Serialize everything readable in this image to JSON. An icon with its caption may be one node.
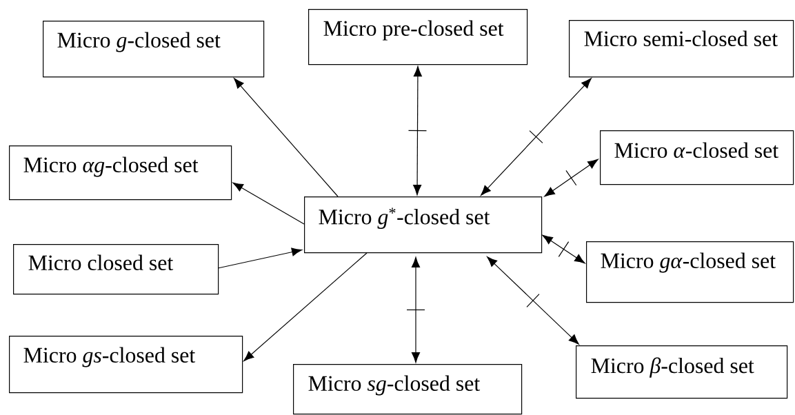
{
  "diagram": {
    "nodes": [
      {
        "text": [
          "Micro *g*$^{*}$-closed set"
        ]
      },
      {
        "text": [
          "Micro *g*-closed set"
        ]
      },
      {
        "text": [
          "Micro pre-closed set"
        ]
      },
      {
        "text": [
          "Micro semi-closed set"
        ]
      },
      {
        "text": [
          "Micro *αg*-closed set"
        ]
      },
      {
        "text": [
          "Micro *α*-closed set"
        ]
      },
      {
        "text": [
          "Micro closed set"
        ]
      },
      {
        "text": [
          "Micro *gα*-closed set"
        ]
      },
      {
        "text": [
          "Micro *gs*-closed set"
        ]
      },
      {
        "text": [
          "Micro *sg*-closed set"
        ]
      },
      {
        "text": [
          "Micro *β*-closed set"
        ]
      }
    ],
    "edges": [
      {
        "from": 0,
        "to": 1,
        "arrow": "to"
      },
      {
        "from": 0,
        "to": 2,
        "arrow": "both"
      },
      {
        "from": 0,
        "to": 3,
        "arrow": "both"
      },
      {
        "from": 0,
        "to": 5,
        "arrow": "both"
      },
      {
        "from": 0,
        "to": 7,
        "arrow": "both"
      },
      {
        "from": 0,
        "to": 10,
        "arrow": "both"
      },
      {
        "from": 0,
        "to": 9,
        "arrow": "both"
      },
      {
        "from": 0,
        "to": 8,
        "arrow": "to"
      },
      {
        "from": 6,
        "to": 0,
        "arrow": "to"
      },
      {
        "from": 0,
        "to": 4,
        "arrow": "to"
      }
    ]
  }
}
